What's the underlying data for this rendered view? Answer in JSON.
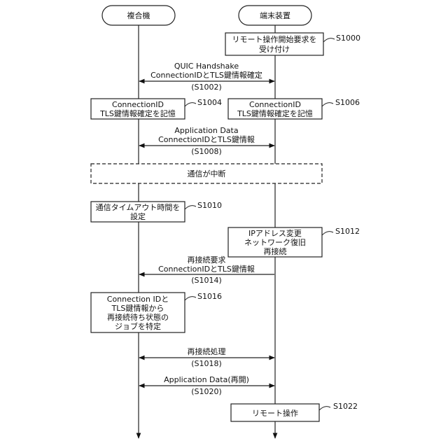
{
  "lanes": {
    "left": "複合機",
    "right": "端末装置"
  },
  "steps": {
    "s1000": {
      "lines": [
        "リモート操作開始要求を",
        "受け付け"
      ],
      "id": "S1000"
    },
    "s1002": {
      "lines": [
        "QUIC Handshake",
        "ConnectionIDとTLS鍵情報確定"
      ],
      "id": "(S1002)"
    },
    "s1004": {
      "lines": [
        "ConnectionID",
        "TLS鍵情報確定を記憶"
      ],
      "id": "S1004"
    },
    "s1006": {
      "lines": [
        "ConnectionID",
        "TLS鍵情報確定を記憶"
      ],
      "id": "S1006"
    },
    "s1008": {
      "lines": [
        "Application Data",
        "ConnectionIDとTLS鍵情報"
      ],
      "id": "(S1008)"
    },
    "interrupt": {
      "label": "通信が中断"
    },
    "s1010": {
      "lines": [
        "通信タイムアウト時間を",
        "設定"
      ],
      "id": "S1010"
    },
    "s1012": {
      "lines": [
        "IPアドレス変更",
        "ネットワーク復旧",
        "再接続"
      ],
      "id": "S1012"
    },
    "s1014": {
      "lines": [
        "再接続要求",
        "ConnectionIDとTLS鍵情報"
      ],
      "id": "(S1014)"
    },
    "s1016": {
      "lines": [
        "Connection IDと",
        "TLS鍵情報から",
        "再接続待ち状態の",
        "ジョブを特定"
      ],
      "id": "S1016"
    },
    "s1018": {
      "lines": [
        "再接続処理"
      ],
      "id": "(S1018)"
    },
    "s1020": {
      "lines": [
        "Application Data(再開)"
      ],
      "id": "(S1020)"
    },
    "s1022": {
      "lines": [
        "リモート操作"
      ],
      "id": "S1022"
    }
  }
}
